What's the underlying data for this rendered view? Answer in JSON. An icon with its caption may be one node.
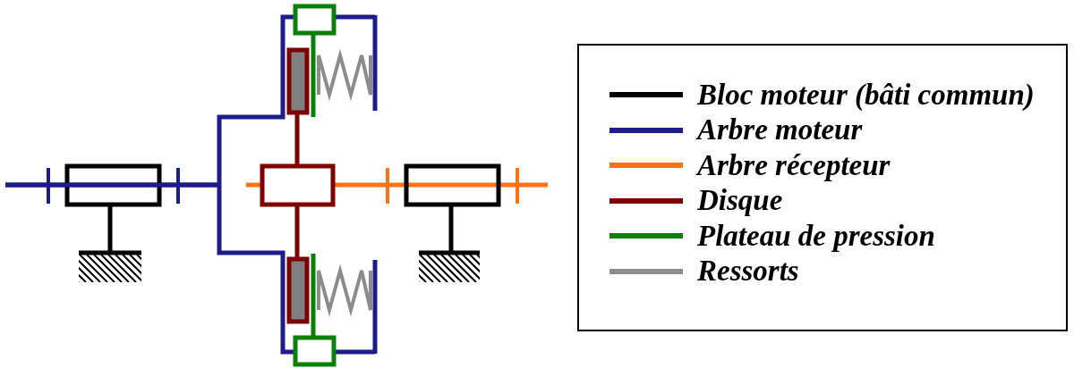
{
  "diagram": {
    "legend": [
      {
        "text": "Bloc moteur (bâti commun)",
        "color": "#000000"
      },
      {
        "text": "Arbre moteur",
        "color": "#1c1c8a"
      },
      {
        "text": "Arbre récepteur",
        "color": "#ff7214"
      },
      {
        "text": "Disque",
        "color": "#7f0000"
      },
      {
        "text": "Plateau de pression",
        "color": "#0a7f0a"
      },
      {
        "text": "Ressorts",
        "color": "#8c8c8c"
      }
    ]
  }
}
